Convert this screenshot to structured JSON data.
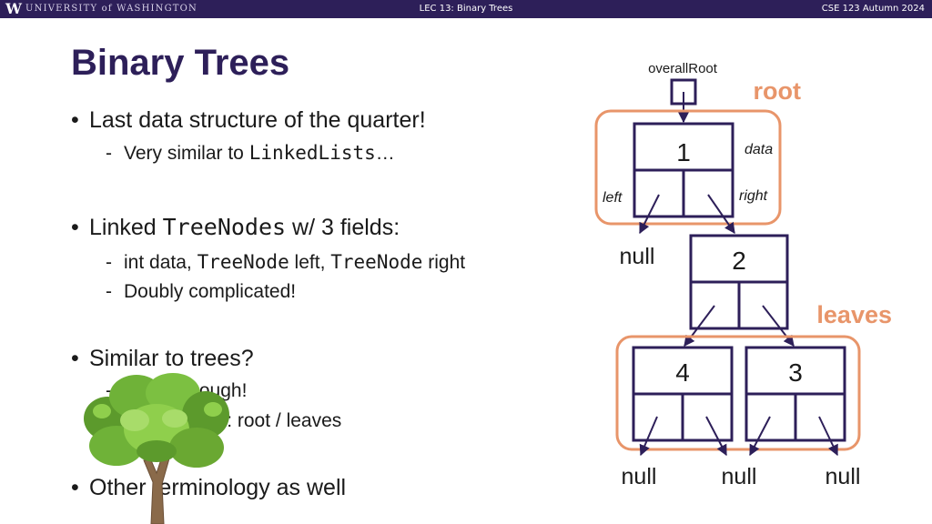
{
  "header": {
    "logo_letter": "W",
    "university": "UNIVERSITY of WASHINGTON",
    "lecture": "LEC 13: Binary Trees",
    "course": "CSE 123 Autumn 2024"
  },
  "slide": {
    "title": "Binary Trees",
    "bullets": [
      {
        "text": "Last data structure of the quarter!",
        "subs": [
          {
            "pre": "Very similar to ",
            "code": "LinkedLists",
            "post": "…"
          }
        ]
      },
      {
        "pre": "Linked ",
        "code": "TreeNodes",
        "post": " w/ 3 fields:",
        "subs": [
          {
            "p1": "int data, ",
            "c1": "TreeNode",
            "p2": " left, ",
            "c2": "TreeNode",
            "p3": " right"
          },
          {
            "text": "Doubly complicated!"
          }
        ]
      },
      {
        "text": "Similar to trees?",
        "subs": [
          {
            "text": "Close enough!"
          },
          {
            "text": "Terminology: root / leaves"
          }
        ]
      },
      {
        "text": "Other terminology as well"
      }
    ]
  },
  "diagram": {
    "overall_root_label": "overallRoot",
    "root_label": "root",
    "leaves_label": "leaves",
    "data_label": "data",
    "left_label": "left",
    "right_label": "right",
    "null_label": "null",
    "nodes": {
      "n1": "1",
      "n2": "2",
      "n4": "4",
      "n3": "3"
    }
  },
  "colors": {
    "header_bg": "#2d1f59",
    "title": "#2d1f59",
    "accent_orange": "#e8956a",
    "node_stroke": "#2d1f59",
    "tree_green": "#6aa832"
  }
}
